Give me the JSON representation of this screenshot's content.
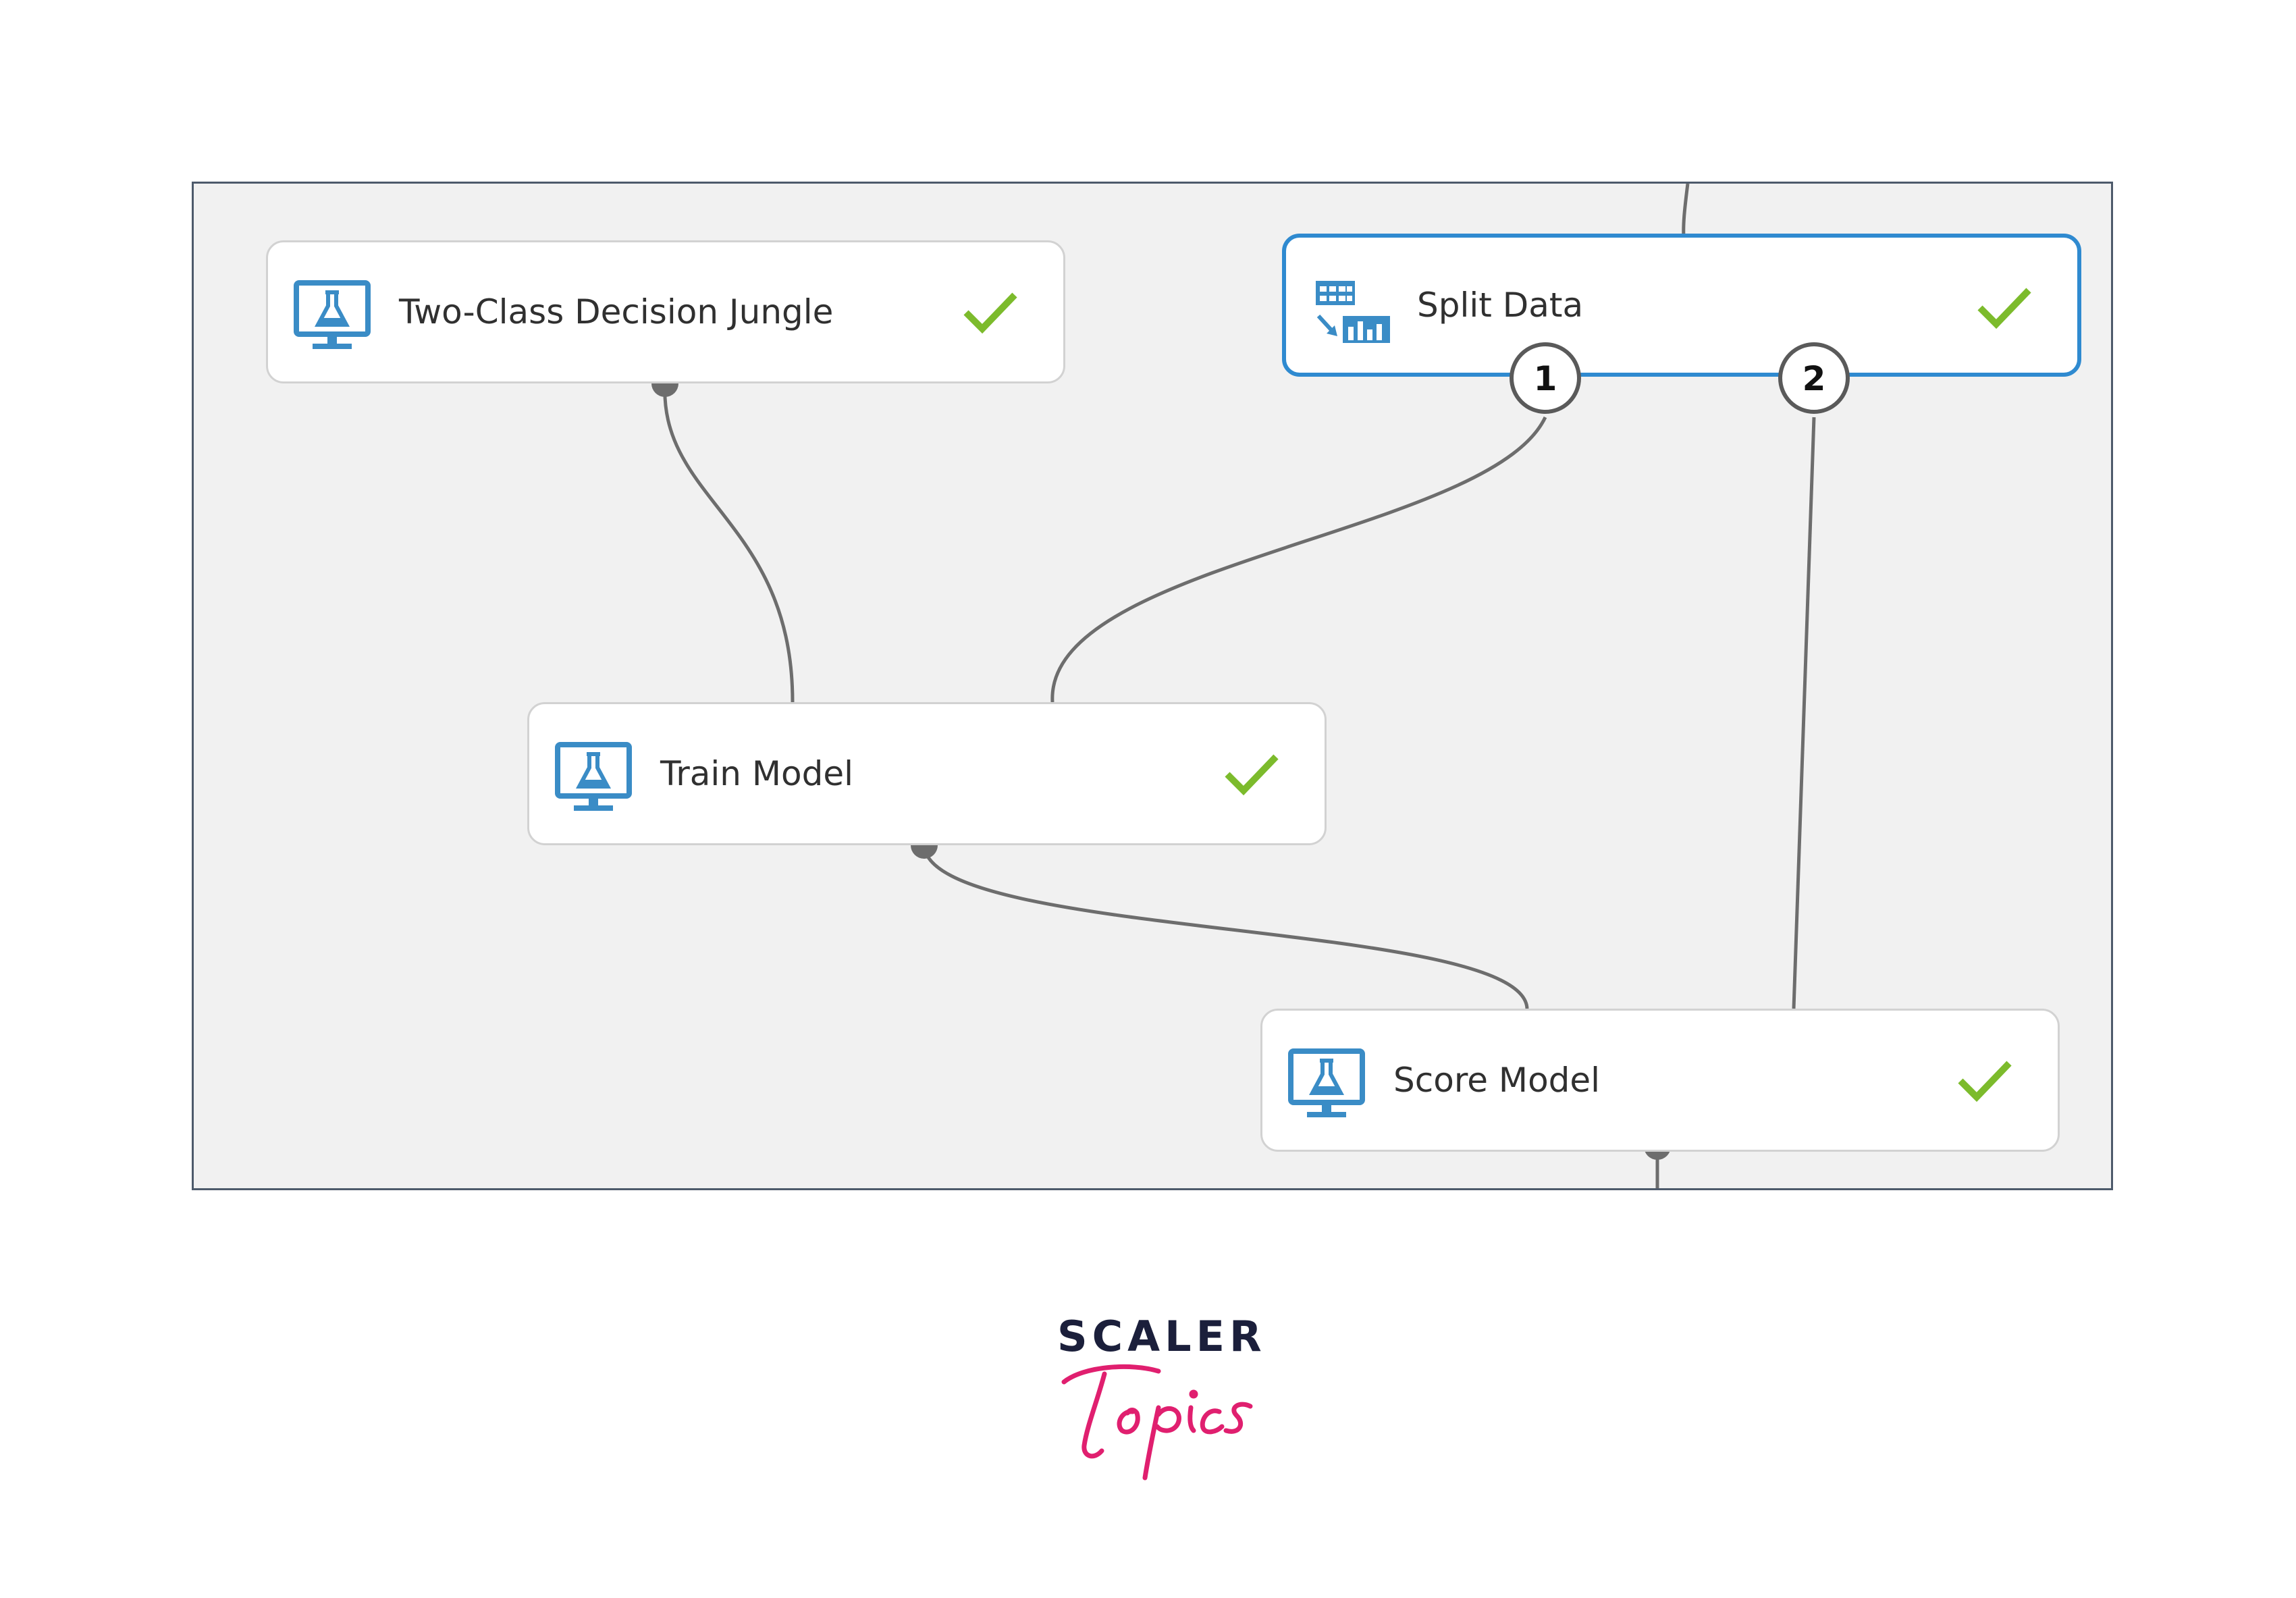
{
  "canvas": {
    "modules": {
      "jungle": {
        "label": "Two-Class Decision Jungle",
        "icon": "flask-monitor-icon",
        "status": "check-icon"
      },
      "split": {
        "label": "Split Data",
        "icon": "split-data-icon",
        "status": "check-icon",
        "selected": true
      },
      "train": {
        "label": "Train Model",
        "icon": "flask-monitor-icon",
        "status": "check-icon"
      },
      "score": {
        "label": "Score Model",
        "icon": "flask-monitor-icon",
        "status": "check-icon"
      }
    },
    "ports": {
      "split_output_1": "1",
      "split_output_2": "2"
    }
  },
  "colors": {
    "selected_border": "#2f8ad0",
    "check": "#7cbb2c",
    "icon_blue": "#3a8cc6",
    "connector": "#6d6d6d"
  },
  "branding": {
    "logo_word": "SCALER",
    "logo_script": "Topics"
  }
}
